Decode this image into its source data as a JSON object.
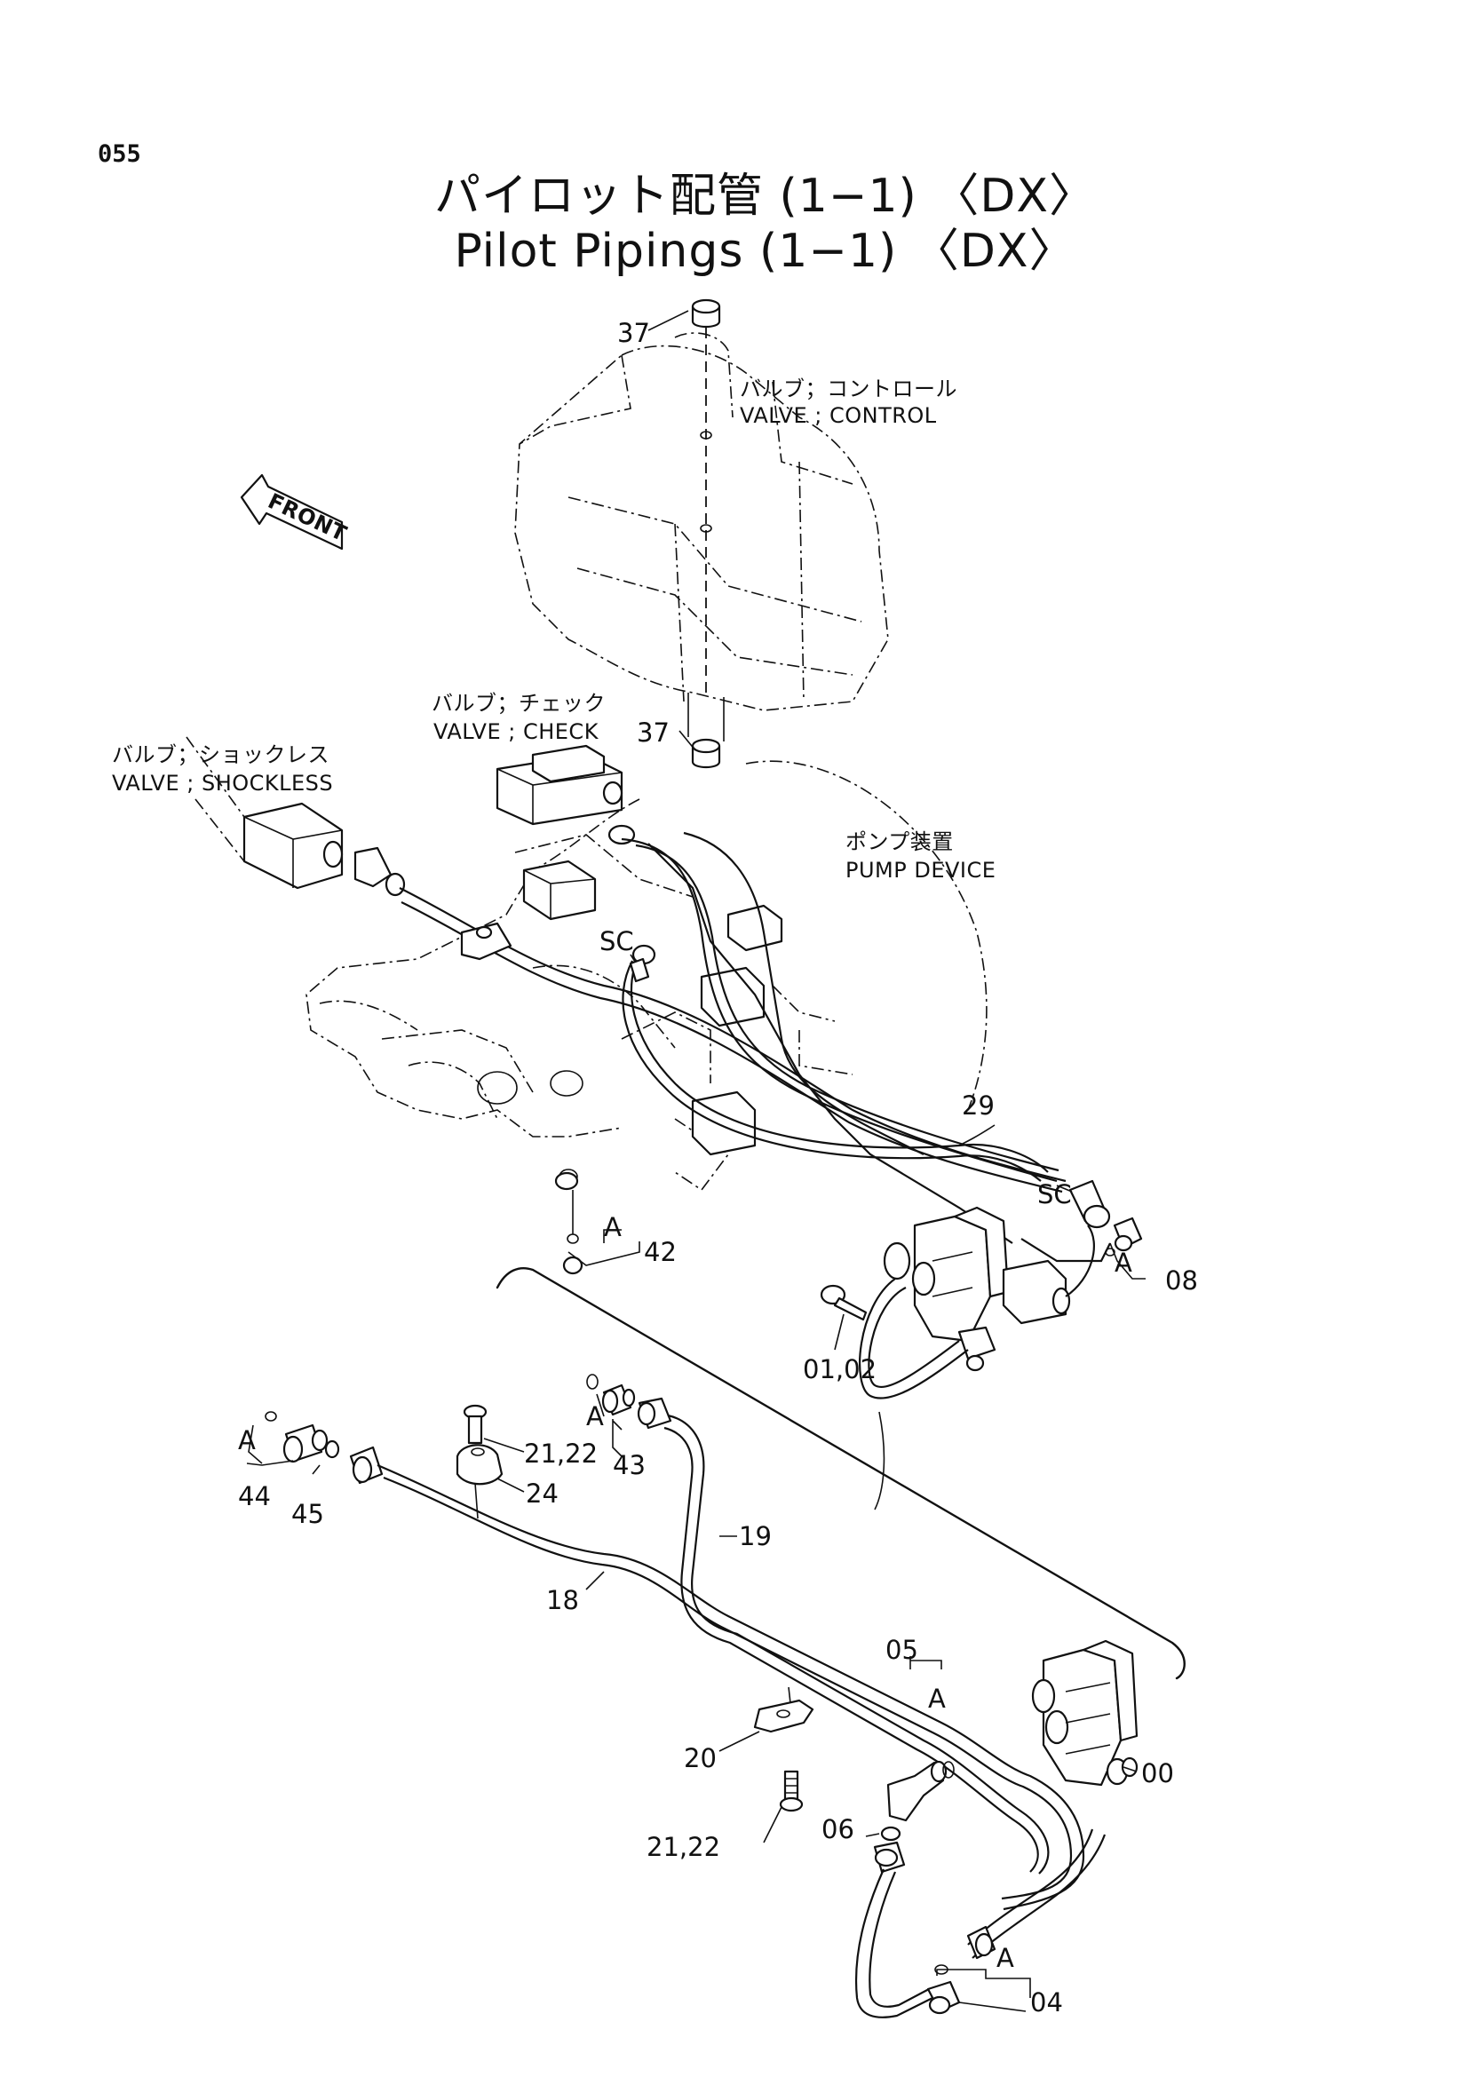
{
  "page_number": "055",
  "title_jp": "パイロット配管 (1−1) 〈DX〉",
  "title_en": "Pilot Pipings (1−1) 〈DX〉",
  "front_label": "FRONT",
  "components": {
    "control_valve": {
      "jp": "バルブ；コントロール",
      "en": "VALVE ; CONTROL"
    },
    "check_valve": {
      "jp": "バルブ；チェック",
      "en": "VALVE ; CHECK"
    },
    "shockless_valve": {
      "jp": "バルブ；ショックレス",
      "en": "VALVE ; SHOCKLESS"
    },
    "pump_device": {
      "jp": "ポンプ装置",
      "en": "PUMP DEVICE"
    }
  },
  "callouts": {
    "c37_top": "37",
    "c37_bottom": "37",
    "sc_1": "SC",
    "sc_2": "SC",
    "c29": "29",
    "a_42": "A",
    "c42": "42",
    "a_08": "A",
    "c08": "08",
    "c01_02": "01,02",
    "a_44": "A",
    "c44": "44",
    "c45": "45",
    "c21_22_top": "21,22",
    "c24": "24",
    "a_43": "A",
    "c43": "43",
    "c19": "19",
    "c18": "18",
    "c05": "05",
    "a_05": "A",
    "c00": "00",
    "c20": "20",
    "c21_22_bottom": "21,22",
    "c06": "06",
    "a_04": "A",
    "c04": "04"
  }
}
